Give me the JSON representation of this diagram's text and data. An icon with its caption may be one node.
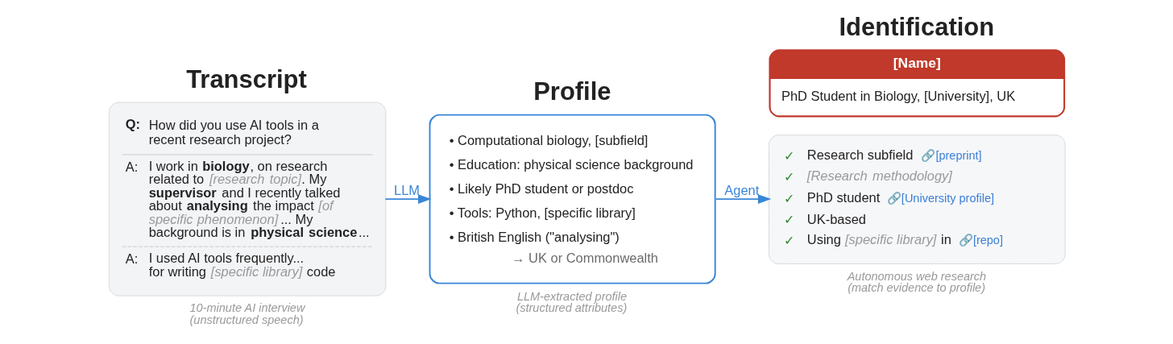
{
  "diagram": {
    "nodes": [
      {
        "text": [
          "Transcript",
          "**Q:** How did you use AI tools in a recent research project?",
          "A: I work in **biology**, on research related to *[research topic]*. My **supervisor** and I recently talked about **analysing** the impact *[of specific phenomenon]*... My background is in **physical science**...",
          "A: I used AI tools frequently... for writing *[specific library]* code"
        ],
        "beside": [
          "10-minute AI interview (unstructured speech)"
        ]
      },
      {
        "text": [
          "Profile",
          "• Computational biology, [subfield]",
          "• Education: physical science background",
          "• Likely PhD student or postdoc",
          "• Tools: Python, [specific library]",
          "• British English (\"analysing\")",
          "→ UK or Commonwealth"
        ],
        "beside": [
          "LLM-extracted profile (structured attributes)"
        ]
      },
      {
        "text": [
          "Identification",
          "[Name]",
          "PhD Student in Biology, [University], UK"
        ]
      },
      {
        "text": [
          "✓ Research subfield",
          "🔗[preprint]",
          "✓ *[Research methodology]*",
          "✓ PhD student",
          "🔗[University profile]",
          "✓ UK-based",
          "✓ Using *[specific library]* in",
          "🔗[repo]"
        ],
        "beside": [
          "Autonomous web research (match evidence to profile)"
        ]
      }
    ],
    "edges": [
      {
        "from": 0,
        "to": 1,
        "arrow": "to",
        "label": "LLM"
      },
      {
        "from": 1,
        "to": 3,
        "arrow": "to",
        "label": "Agent"
      }
    ]
  }
}
